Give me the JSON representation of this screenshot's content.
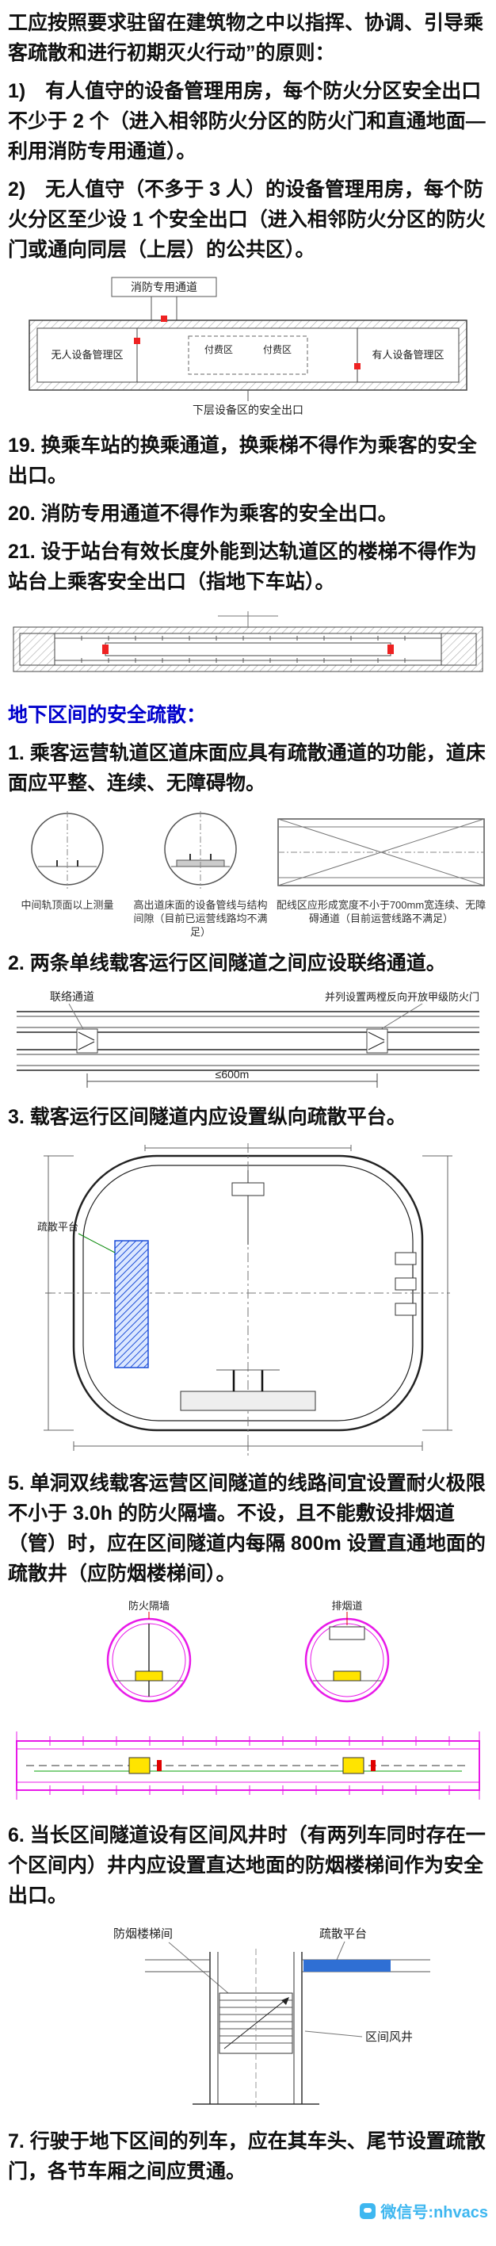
{
  "paragraphs": {
    "intro": "工应按照要求驻留在建筑物之中以指挥、协调、引导乘客疏散和进行初期灭火行动”的原则：",
    "item_1": "1)　有人值守的设备管理用房，每个防火分区安全出口不少于 2 个（进入相邻防火分区的防火门和直通地面—利用消防专用通道）。",
    "item_2": "2)　无人值守（不多于 3 人）的设备管理用房，每个防火分区至少设 1 个安全出口（进入相邻防火分区的防火门或通向同层（上层）的公共区）。",
    "item_19": "19. 换乘车站的换乘通道，换乘梯不得作为乘客的安全出口。",
    "item_20": "20. 消防专用通道不得作为乘客的安全出口。",
    "item_21": "21. 设于站台有效长度外能到达轨道区的楼梯不得作为站台上乘客安全出口（指地下车站）。",
    "evac_1": "1. 乘客运营轨道区道床面应具有疏散通道的功能，道床面应平整、连续、无障碍物。",
    "evac_2": "2. 两条单线载客运行区间隧道之间应设联络通道。",
    "evac_3": "3. 载客运行区间隧道内应设置纵向疏散平台。",
    "evac_5": "5. 单洞双线载客运营区间隧道的线路间宜设置耐火极限不小于 3.0h 的防火隔墙。不设，且不能敷设排烟道（管）时，应在区间隧道内每隔 800m 设置直通地面的疏散井（应防烟楼梯间）。",
    "evac_6": "6. 当长区间隧道设有区间风井时（有两列车同时存在一个区间内）井内应设置直达地面的防烟楼梯间作为安全出口。",
    "evac_7": "7. 行驶于地下区间的列车，应在其车头、尾节设置疏散门，各节车厢之间应贯通。"
  },
  "heading": {
    "underground": "地下区间的安全疏散："
  },
  "diagrams": {
    "concourse": {
      "fire_corridor": "消防专用通道",
      "unmanned_room": "无人设备管理区",
      "paid_area": "付费区",
      "manned_room": "有人设备管理区",
      "lower_exit": "下层设备区的安全出口"
    },
    "trackbed": {
      "caption_left": "中间轨顶面以上测量",
      "caption_mid": "高出道床面的设备管线与结构间隙（目前已运营线路均不满足）",
      "caption_right": "配线区应形成宽度不小于700mm宽连续、无障碍通道（目前运营线路不满足）"
    },
    "connection": {
      "label": "联络通道",
      "door_note": "并列设置两樘反向开放甲级防火门",
      "spacing": "≤600m"
    },
    "platform_section": {
      "platform_label": "疏散平台"
    },
    "twin_tunnel": {
      "left_label": "防火隔墙",
      "right_label": "排烟道"
    },
    "vent_shaft": {
      "stair_label": "防烟楼梯间",
      "platform_label": "疏散平台",
      "shaft_label": "区间风井"
    }
  },
  "footer": {
    "watermark": "微信号:nhvacs"
  },
  "colors": {
    "heading_blue": "#0000cc",
    "diagram_magenta": "#e819e8",
    "platform_blue": "#1d4ed8",
    "highlight_yellow": "#ffe400",
    "watermark_blue": "#3eb7f0"
  }
}
